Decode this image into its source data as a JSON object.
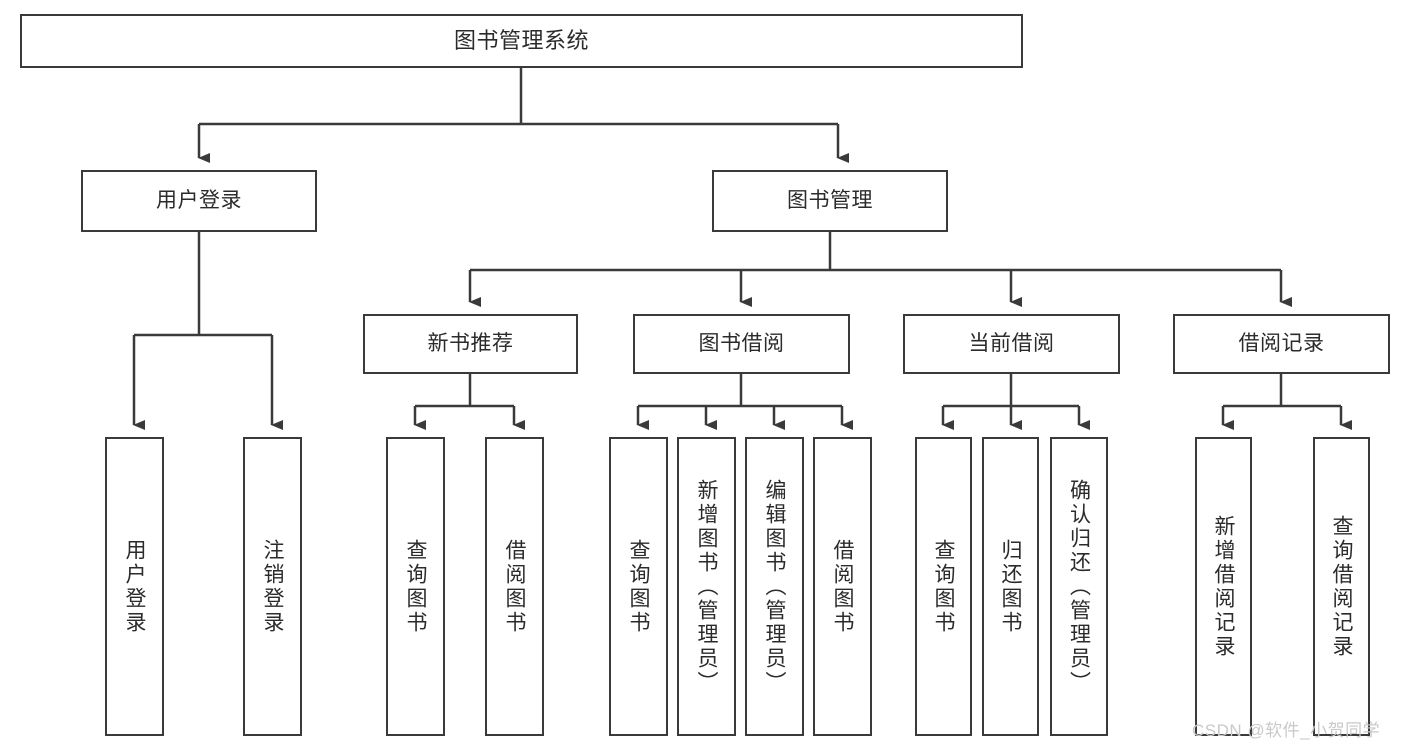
{
  "diagram": {
    "title": "图书管理系统",
    "type": "tree-hierarchy-chart",
    "stroke_color": "#3a3a3a",
    "text_color": "#2b2b2b",
    "background_color": "#ffffff"
  },
  "nodes": {
    "root": {
      "label": "图书管理系统",
      "level": 1
    },
    "level2": [
      {
        "id": "user-login",
        "label": "用户登录"
      },
      {
        "id": "book-management",
        "label": "图书管理"
      }
    ],
    "level3": [
      {
        "id": "new-book-recommend",
        "label": "新书推荐"
      },
      {
        "id": "book-borrow",
        "label": "图书借阅"
      },
      {
        "id": "current-borrow",
        "label": "当前借阅"
      },
      {
        "id": "borrow-record",
        "label": "借阅记录"
      }
    ],
    "leaves": {
      "user-login": [
        {
          "id": "leaf-user-login",
          "label": "用户登录"
        },
        {
          "id": "leaf-logout-login",
          "label": "注销登录"
        }
      ],
      "new-book-recommend": [
        {
          "id": "leaf-query-book-1",
          "label": "查询图书"
        },
        {
          "id": "leaf-borrow-book-1",
          "label": "借阅图书"
        }
      ],
      "book-borrow": [
        {
          "id": "leaf-query-book-2",
          "label": "查询图书"
        },
        {
          "id": "leaf-add-book",
          "label": "新增图书（管理员）"
        },
        {
          "id": "leaf-edit-book",
          "label": "编辑图书（管理员）"
        },
        {
          "id": "leaf-borrow-book-2",
          "label": "借阅图书"
        }
      ],
      "current-borrow": [
        {
          "id": "leaf-query-book-3",
          "label": "查询图书"
        },
        {
          "id": "leaf-return-book",
          "label": "归还图书"
        },
        {
          "id": "leaf-confirm-return",
          "label": "确认归还（管理员）"
        }
      ],
      "borrow-record": [
        {
          "id": "leaf-add-record",
          "label": "新增借阅记录"
        },
        {
          "id": "leaf-query-record",
          "label": "查询借阅记录"
        }
      ]
    }
  },
  "watermark": {
    "text": "CSDN @软件_小贺同学"
  }
}
